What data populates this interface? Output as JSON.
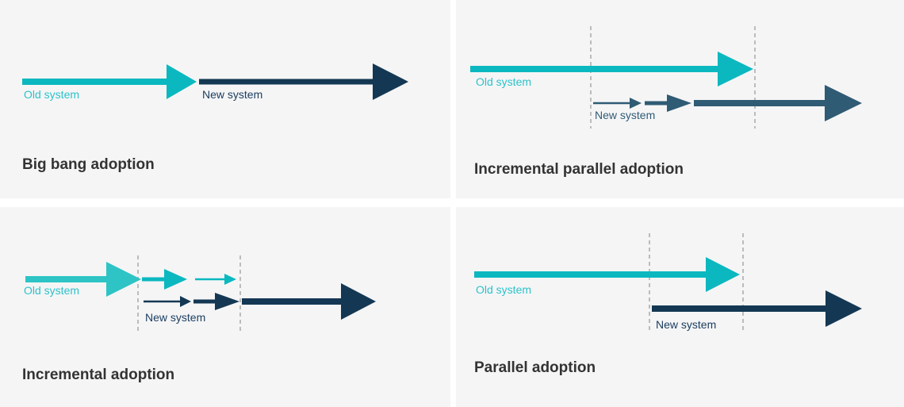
{
  "colors": {
    "page-bg": "#ffffff",
    "panel-bg": "#f5f5f6",
    "teal": "#0cb8bf",
    "teal-light": "#2ec4c6",
    "navy": "#143853",
    "steel-navy": "#2f5b74",
    "teal-text": "#2cc2c9",
    "navy-text": "#1c3e60",
    "steel-text": "#2f5b74",
    "title-text": "#333333",
    "divider": "#a9a9a9"
  },
  "quadrants": [
    {
      "id": "big-bang",
      "title": "Big bang adoption",
      "old_label": "Old system",
      "new_label": "New system"
    },
    {
      "id": "incremental-parallel",
      "title": "Incremental parallel adoption",
      "old_label": "Old system",
      "new_label": "New system"
    },
    {
      "id": "incremental",
      "title": "Incremental adoption",
      "old_label": "Old system",
      "new_label": "New system"
    },
    {
      "id": "parallel",
      "title": "Parallel adoption",
      "old_label": "Old system",
      "new_label": "New system"
    }
  ]
}
